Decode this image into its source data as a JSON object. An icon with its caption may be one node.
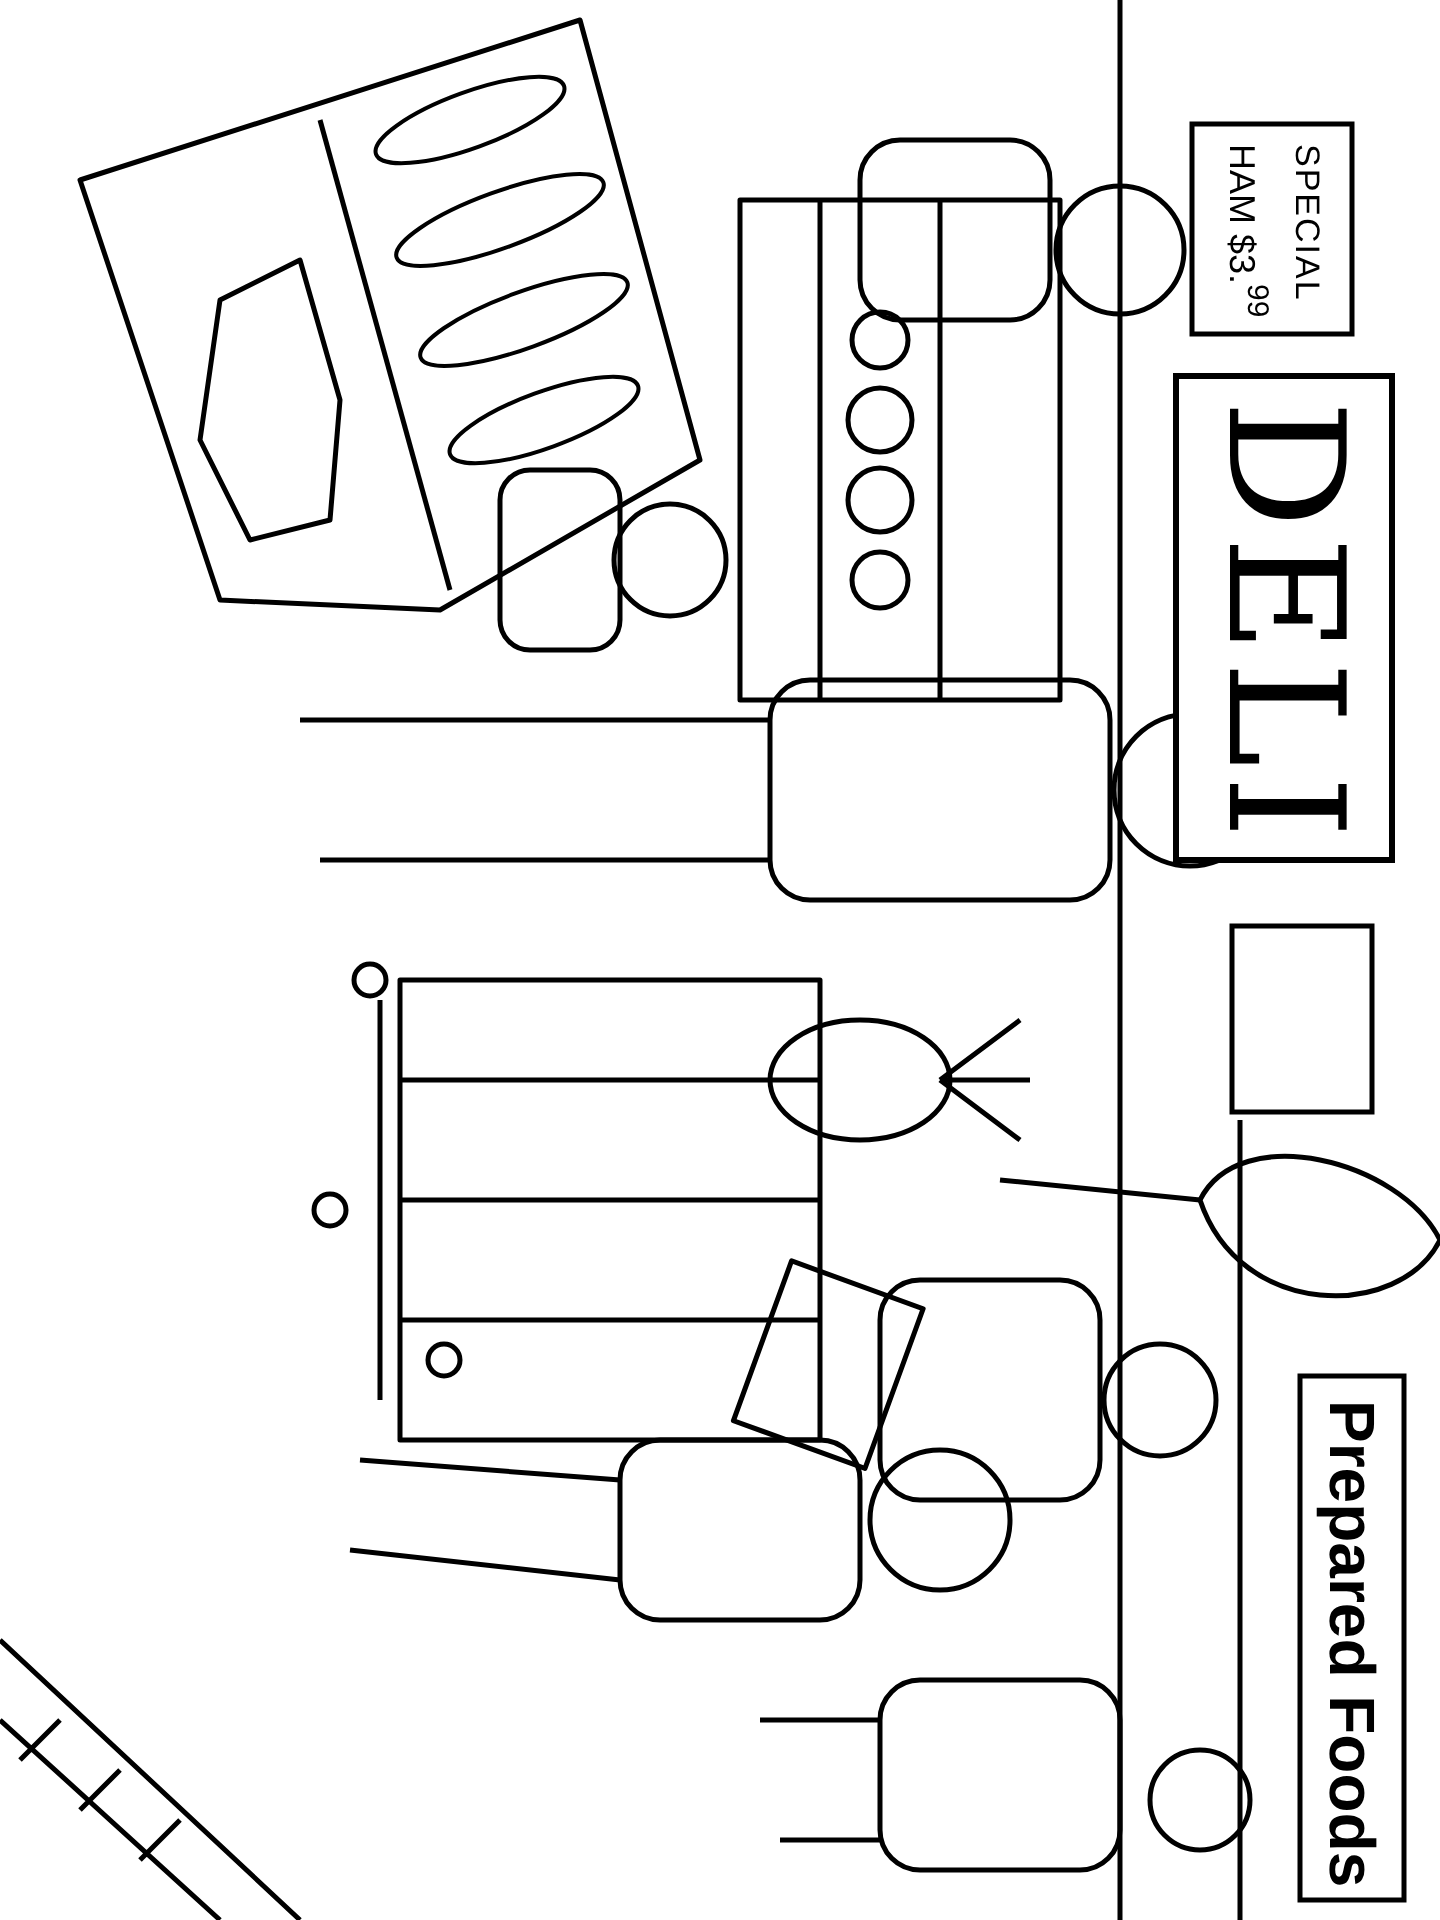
{
  "diagram": {
    "labels": [
      "SPECIAL",
      "HAM $3.$^{99}$",
      "DELI",
      "Prepared Foods"
    ]
  }
}
